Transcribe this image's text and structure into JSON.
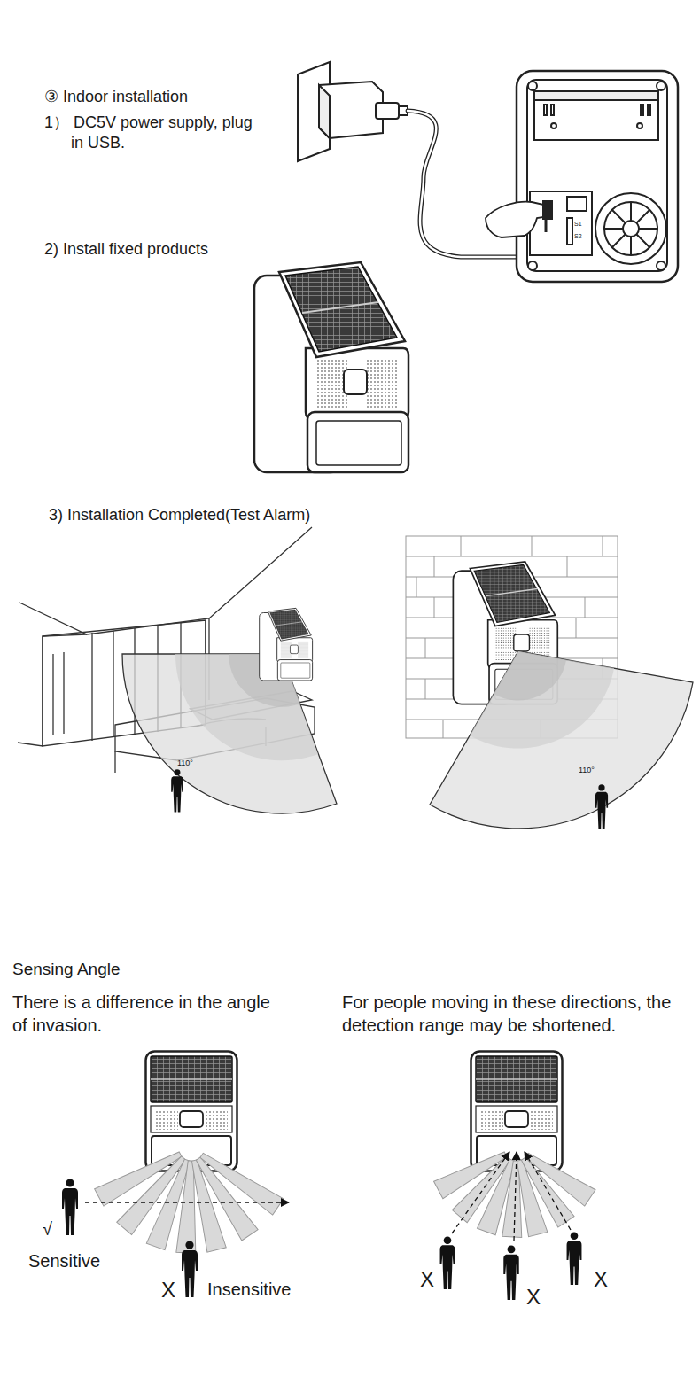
{
  "diagram": {
    "labels": [
      "③ Indoor installation",
      "1） DC5V power supply, plug in USB.",
      "2) Install fixed products",
      "3) Installation Completed(Test Alarm)",
      "110°",
      "110°",
      "S1",
      "S2",
      "Sensing Angle",
      "There is a difference in the angle of invasion.",
      "For people moving in these directions, the detection range may be shortened.",
      "√",
      "Sensitive",
      "X",
      "Insensitive",
      "X",
      "X",
      "X"
    ]
  }
}
